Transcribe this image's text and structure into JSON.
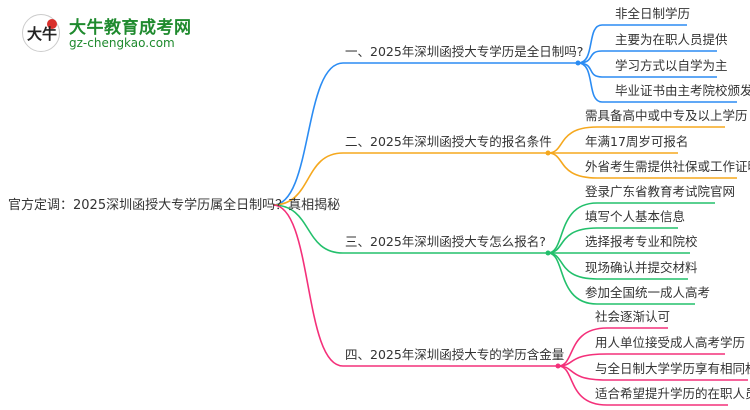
{
  "logo": {
    "name": "大牛教育成考网",
    "url": "gz-chengkao.com"
  },
  "root": "官方定调：2025深圳函授大专学历属全日制吗？真相揭秘",
  "colors": [
    "#2b8cf3",
    "#f5a81e",
    "#23c06c",
    "#f4307a"
  ],
  "branches": [
    {
      "label": "一、2025年深圳函授大专学历是全日制吗?",
      "leaves": [
        "非全日制学历",
        "主要为在职人员提供",
        "学习方式以自学为主",
        "毕业证书由主考院校颁发"
      ]
    },
    {
      "label": "二、2025年深圳函授大专的报名条件",
      "leaves": [
        "需具备高中或中专及以上学历",
        "年满17周岁可报名",
        "外省考生需提供社保或工作证明"
      ]
    },
    {
      "label": "三、2025年深圳函授大专怎么报名?",
      "leaves": [
        "登录广东省教育考试院官网",
        "填写个人基本信息",
        "选择报考专业和院校",
        "现场确认并提交材料",
        "参加全国统一成人高考"
      ]
    },
    {
      "label": "四、2025年深圳函授大专的学历含金量",
      "leaves": [
        "社会逐渐认可",
        "用人单位接受成人高考学历",
        "与全日制大学学历享有相同权益",
        "适合希望提升学历的在职人员"
      ]
    }
  ]
}
